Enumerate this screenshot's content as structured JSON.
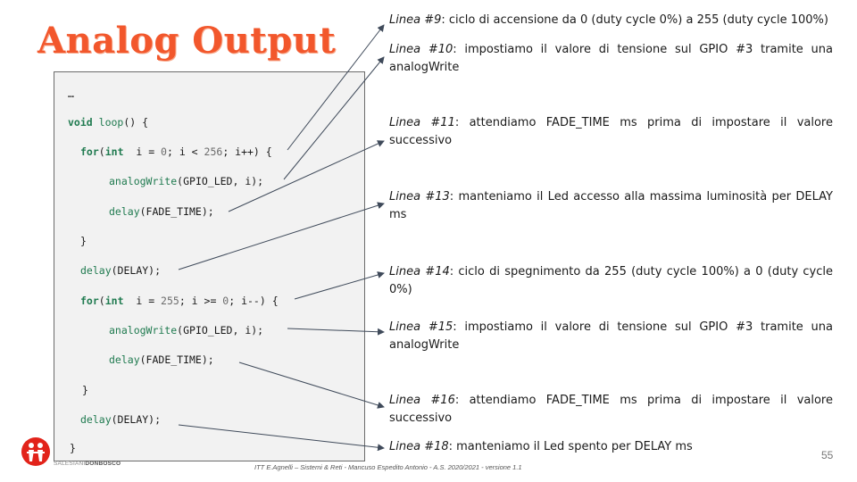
{
  "slide": {
    "title": "Analog Output",
    "page_number": "55",
    "footer": "ITT E.Agnelli – Sistemi & Reti - Mancuso Espedito Antonio - A.S. 2020/2021 - versione 1.1",
    "logo_text_a": "SALESIANI",
    "logo_text_b": "DONBOSCO"
  },
  "code": {
    "ellipsis": "…",
    "l2": {
      "kw1": "void",
      "fn": "loop",
      "rest": "() {"
    },
    "l3": {
      "kw1": "for",
      "p1": "(",
      "kw2": "int",
      "p2": "  i = ",
      "n1": "0",
      "p3": "; i < ",
      "n2": "256",
      "p4": "; i++) {"
    },
    "l4": {
      "fn": "analogWrite",
      "rest": "(GPIO_LED, i);"
    },
    "l5": {
      "fn": "delay",
      "rest": "(FADE_TIME);"
    },
    "l6": "}",
    "l7": {
      "fn": "delay",
      "rest": "(DELAY);"
    },
    "l8": {
      "kw1": "for",
      "p1": "(",
      "kw2": "int",
      "p2": "  i = ",
      "n1": "255",
      "p3": "; i >= ",
      "n2": "0",
      "p4": "; i--) {"
    },
    "l9": {
      "fn": "analogWrite",
      "rest": "(GPIO_LED, i);"
    },
    "l10": {
      "fn": "delay",
      "rest": "(FADE_TIME);"
    },
    "l11": "}",
    "l12": {
      "fn": "delay",
      "rest": "(DELAY);"
    },
    "l13": "}"
  },
  "annotations": [
    {
      "ref": "Linea #9",
      "text": ": ciclo di accensione da 0 (duty cycle 0%) a 255 (duty cycle 100%)"
    },
    {
      "ref": "Linea #10",
      "text": ": impostiamo il valore di tensione sul GPIO #3 tramite una analogWrite"
    },
    {
      "ref": "Linea #11",
      "text": ": attendiamo FADE_TIME ms prima di impostare il valore successivo"
    },
    {
      "ref": "Linea #13",
      "text": ": manteniamo il Led accesso alla massima luminosità per DELAY ms"
    },
    {
      "ref": "Linea #14",
      "text": ": ciclo di spegnimento da 255 (duty cycle 100%) a 0 (duty cycle 0%)"
    },
    {
      "ref": "Linea #15",
      "text": ": impostiamo il valore di tensione sul GPIO #3 tramite una analogWrite"
    },
    {
      "ref": "Linea #16",
      "text": ": attendiamo FADE_TIME ms prima di impostare il valore successivo"
    },
    {
      "ref": "Linea #18",
      "text": ": manteniamo il Led spento per DELAY ms"
    }
  ],
  "colors": {
    "title": "#f2572c",
    "code_keyword": "#1f7a4f",
    "logo": "#e2231a",
    "arrow": "#3f4a5a"
  }
}
